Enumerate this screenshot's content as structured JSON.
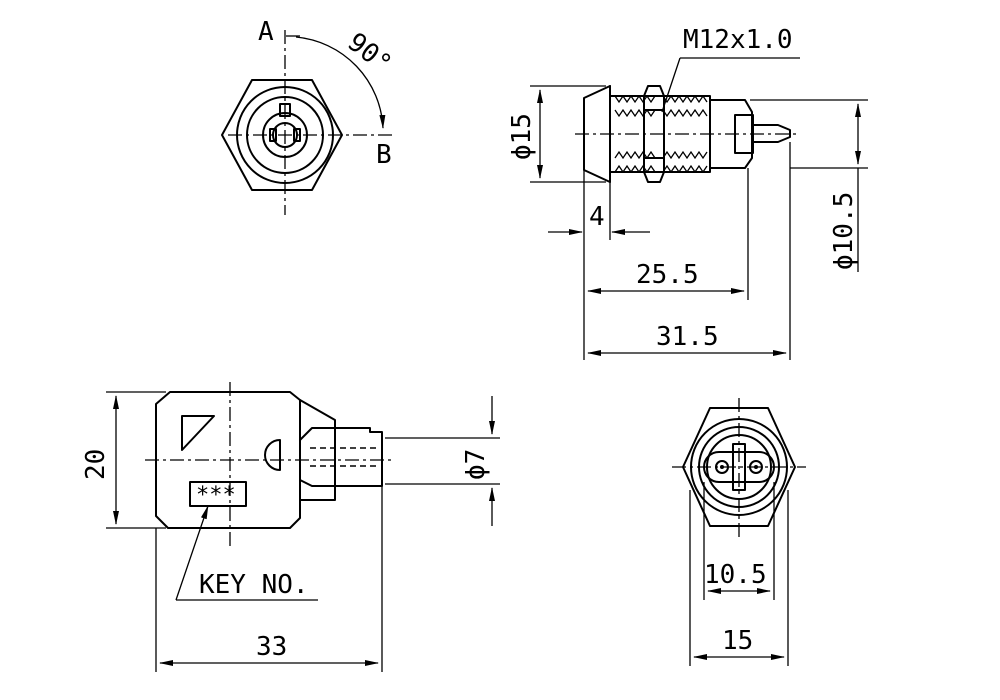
{
  "labels": {
    "point_a": "A",
    "point_b": "B",
    "angle": "90°",
    "thread": "M12x1.0",
    "flange_dia": "ϕ15",
    "flange_thk": "4",
    "body_dia": "ϕ10.5",
    "body_len": "25.5",
    "total_len": "31.5",
    "key_height": "20",
    "key_dia": "ϕ7",
    "key_no_box": "***",
    "key_no": "KEY NO.",
    "key_len": "33",
    "rear_inner": "10.5",
    "rear_outer": "15"
  }
}
